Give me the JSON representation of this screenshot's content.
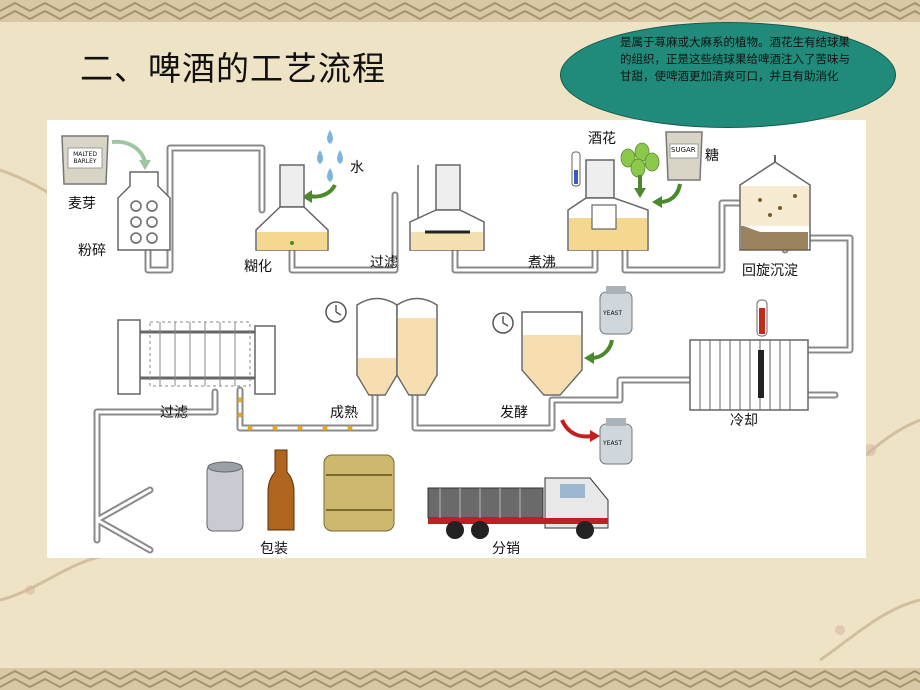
{
  "slide": {
    "title": "二、啤酒的工艺流程",
    "callout": "是属于荨麻或大麻系的植物。酒花生有结球果的组织，正是这些结球果给啤酒注入了苦味与甘甜，使啤酒更加清爽可口，并且有助消化"
  },
  "diagram": {
    "labels": {
      "malt": "麦芽",
      "mill": "粉碎",
      "water": "水",
      "mash": "糊化",
      "lauter": "过滤",
      "boil": "煮沸",
      "hops": "酒花",
      "sugar": "糖",
      "whirlpool": "回旋沉淀",
      "cooling": "冷却",
      "ferment": "发酵",
      "mature": "成熟",
      "filter": "过滤",
      "package": "包装",
      "distribute": "分销"
    },
    "icon_text": {
      "malt_bag": "MALTED BARLEY",
      "sugar_bag": "SUGAR",
      "yeast_top": "YEAST",
      "yeast_bottom": "YEAST"
    }
  },
  "colors": {
    "liquid": "#f6deb0",
    "pipe": "#8a8a8a",
    "teal": "#208b7a",
    "arrow_green": "#4a8a2a",
    "arrow_red": "#c41e1e"
  }
}
